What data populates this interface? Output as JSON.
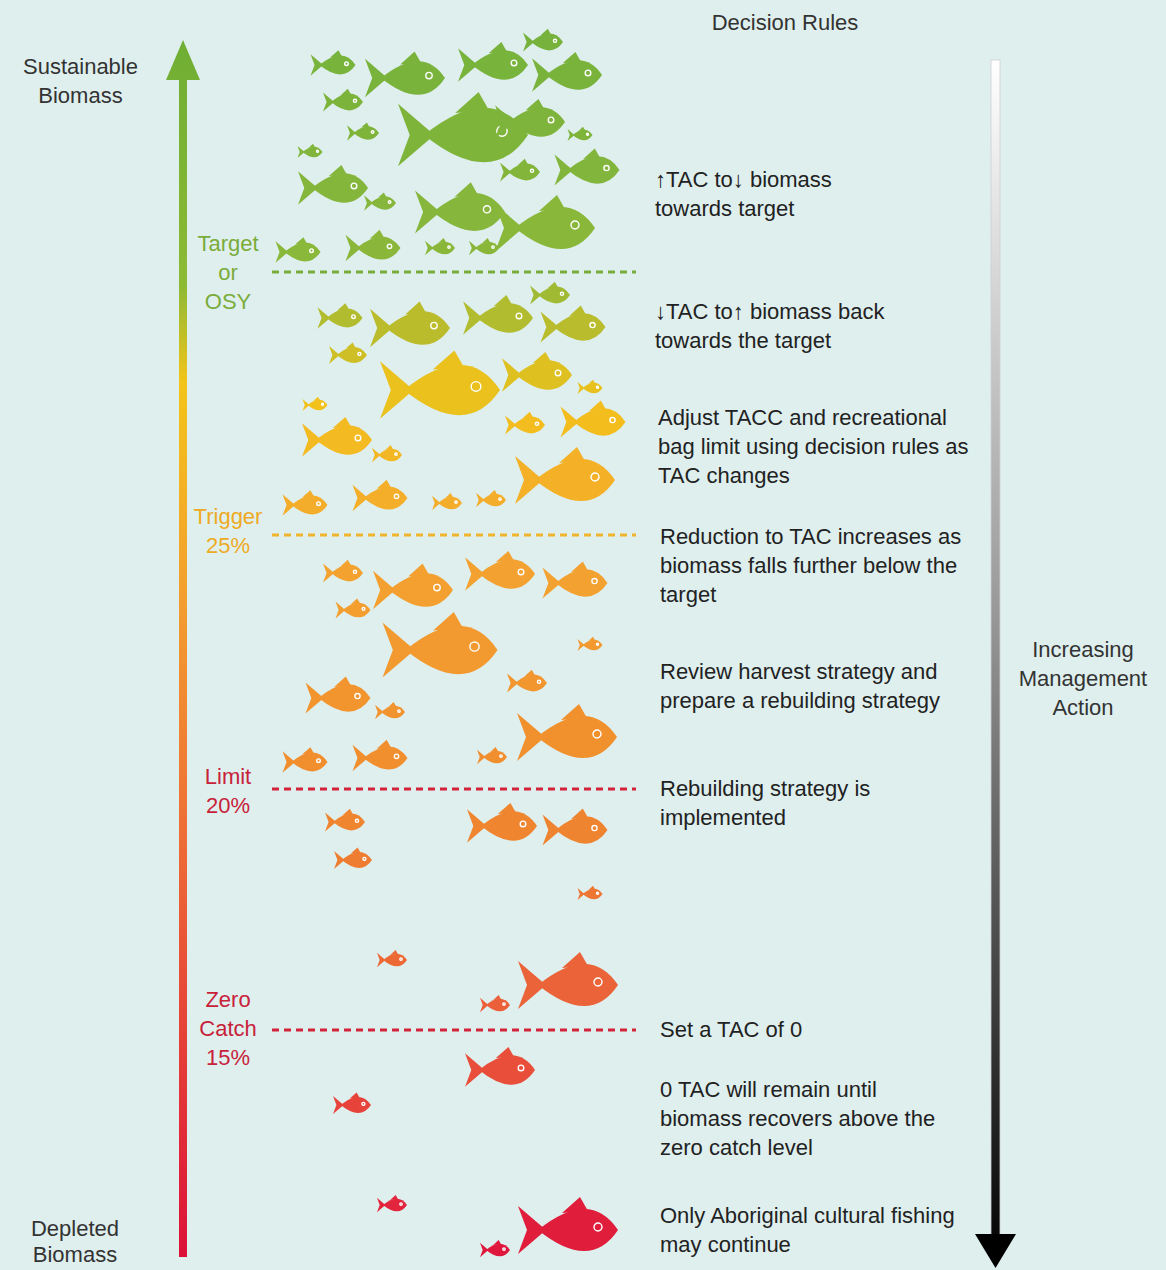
{
  "diagram": {
    "labels": [
      "Sustainable Biomass",
      "Decision Rules",
      "Target or OSY",
      "Trigger 25%",
      "Limit 20%",
      "Zero Catch 15%",
      "Depleted Biomass",
      "Increasing Management Action",
      "↑TAC to↓ biomass towards target",
      "↓TAC to↑ biomass back towards the target",
      "Adjust TACC and recreational bag limit using decision rules as TAC changes",
      "Reduction to TAC increases as biomass falls further below the target",
      "Review harvest strategy and prepare a rebuilding strategy",
      "Rebuilding strategy is implemented",
      "Set a TAC of 0",
      "0 TAC will remain until biomass recovers above the zero catch level",
      "Only Aboriginal cultural fishing may continue"
    ]
  }
}
